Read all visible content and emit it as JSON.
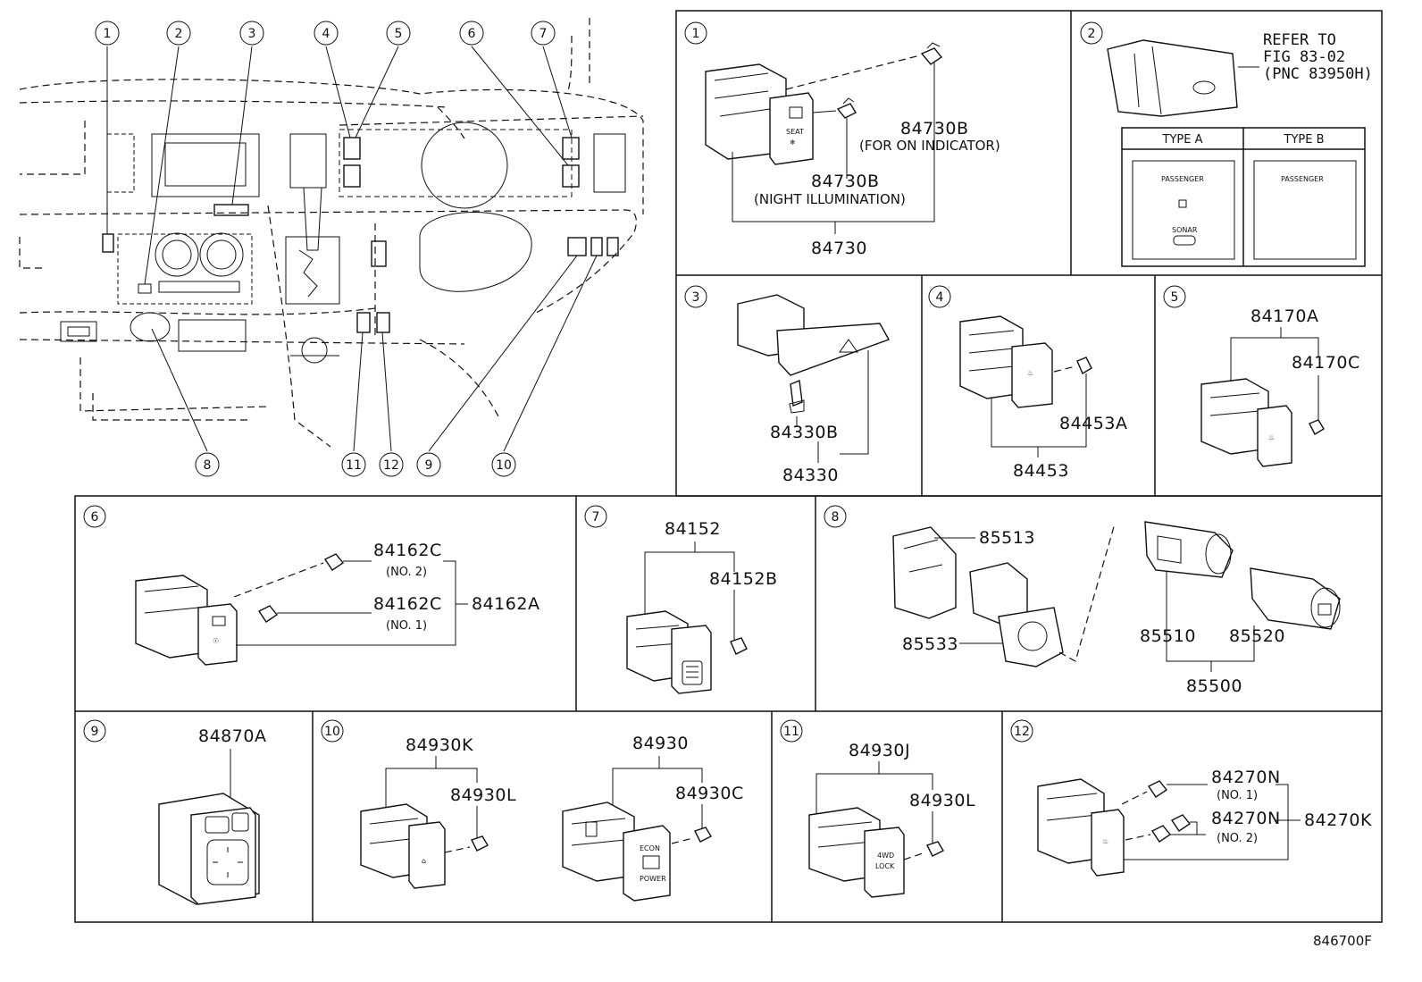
{
  "diagram_code": "846700F",
  "overview_callouts": [
    "1",
    "2",
    "3",
    "4",
    "5",
    "6",
    "7",
    "8",
    "9",
    "10",
    "11",
    "12"
  ],
  "panels": {
    "p1": {
      "num": "1",
      "parts": {
        "screw_on": "84730B",
        "screw_on_note": "(FOR ON INDICATOR)",
        "screw_night": "84730B",
        "screw_night_note": "(NIGHT ILLUMINATION)",
        "assy": "84730"
      },
      "switch_text": [
        "SEAT",
        "❄"
      ]
    },
    "p2": {
      "num": "2",
      "refer": [
        "REFER TO",
        "FIG 83-02",
        "(PNC 83950H)"
      ],
      "types": [
        "TYPE A",
        "TYPE B"
      ],
      "type_a_text": [
        "PASSENGER",
        "SONAR"
      ],
      "type_b_text": [
        "PASSENGER"
      ]
    },
    "p3": {
      "num": "3",
      "parts": {
        "bulb": "84330B",
        "assy": "84330"
      }
    },
    "p4": {
      "num": "4",
      "parts": {
        "bulb": "84453A",
        "assy": "84453"
      }
    },
    "p5": {
      "num": "5",
      "parts": {
        "assy": "84170A",
        "bulb": "84170C"
      }
    },
    "p6": {
      "num": "6",
      "parts": {
        "bulb2": "84162C",
        "bulb2_note": "(NO. 2)",
        "bulb1": "84162C",
        "bulb1_note": "(NO. 1)",
        "assy": "84162A"
      }
    },
    "p7": {
      "num": "7",
      "parts": {
        "assy": "84152",
        "bulb": "84152B"
      }
    },
    "p8": {
      "num": "8",
      "parts": {
        "holder": "85513",
        "ring": "85533",
        "socket": "85510",
        "plug": "85520",
        "assy": "85500"
      }
    },
    "p9": {
      "num": "9",
      "parts": {
        "assy": "84870A"
      }
    },
    "p10": {
      "num": "10",
      "parts": {
        "assy_a": "84930K",
        "bulb_a": "84930L",
        "assy_b": "84930",
        "bulb_b": "84930C"
      },
      "switch_text": [
        "ECON",
        "POWER"
      ]
    },
    "p11": {
      "num": "11",
      "parts": {
        "assy": "84930J",
        "bulb": "84930L"
      },
      "switch_text": [
        "4WD",
        "LOCK"
      ]
    },
    "p12": {
      "num": "12",
      "parts": {
        "bulb1": "84270N",
        "bulb1_note": "(NO. 1)",
        "bulb2": "84270N",
        "bulb2_note": "(NO. 2)",
        "assy": "84270K"
      }
    }
  }
}
